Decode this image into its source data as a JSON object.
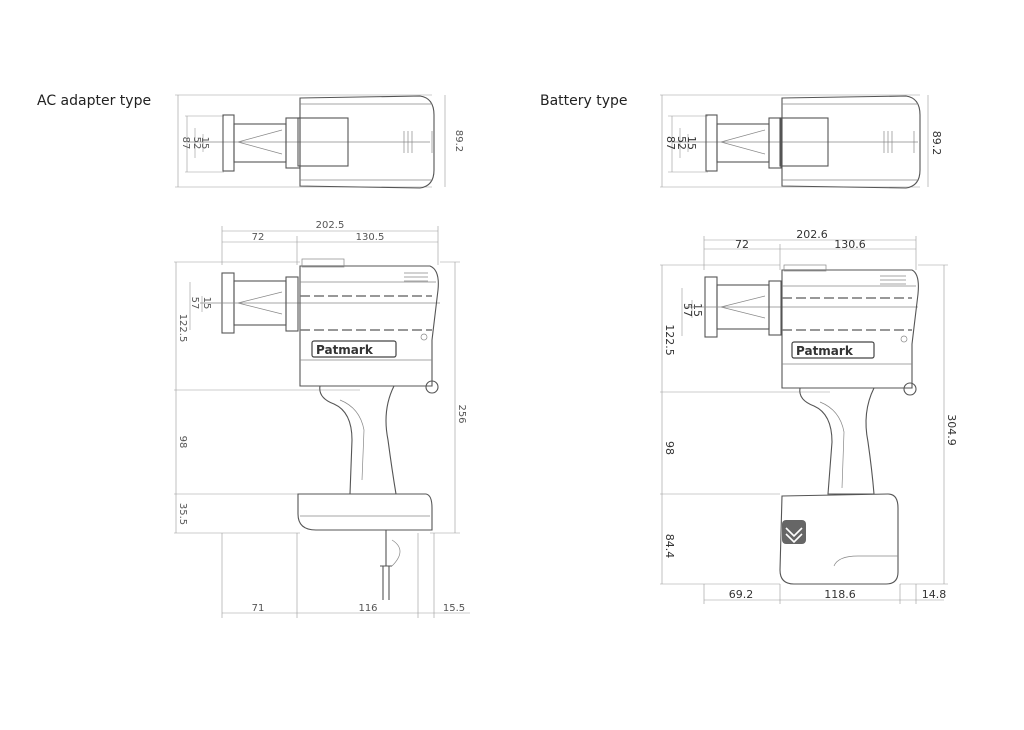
{
  "titles": {
    "ac": "AC adapter type",
    "battery": "Battery type"
  },
  "brand": "Patmark",
  "ac": {
    "top": {
      "d15": "15",
      "d52": "52",
      "d87": "87",
      "d892": "89.2"
    },
    "side": {
      "total_w": "202.5",
      "w72": "72",
      "w1305": "130.5",
      "d15": "15",
      "d57": "57",
      "h1225": "122.5",
      "h98": "98",
      "h355": "35.5",
      "h256": "256",
      "b71": "71",
      "b116": "116",
      "b155": "15.5"
    }
  },
  "battery": {
    "top": {
      "d15": "15",
      "d52": "52",
      "d87": "87",
      "d892": "89.2"
    },
    "side": {
      "total_w": "202.6",
      "w72": "72",
      "w1306": "130.6",
      "d15": "15",
      "d57": "57",
      "h1225": "122.5",
      "h98": "98",
      "h844": "84.4",
      "h3049": "304.9",
      "b692": "69.2",
      "b1186": "118.6",
      "b148": "14.8"
    }
  }
}
